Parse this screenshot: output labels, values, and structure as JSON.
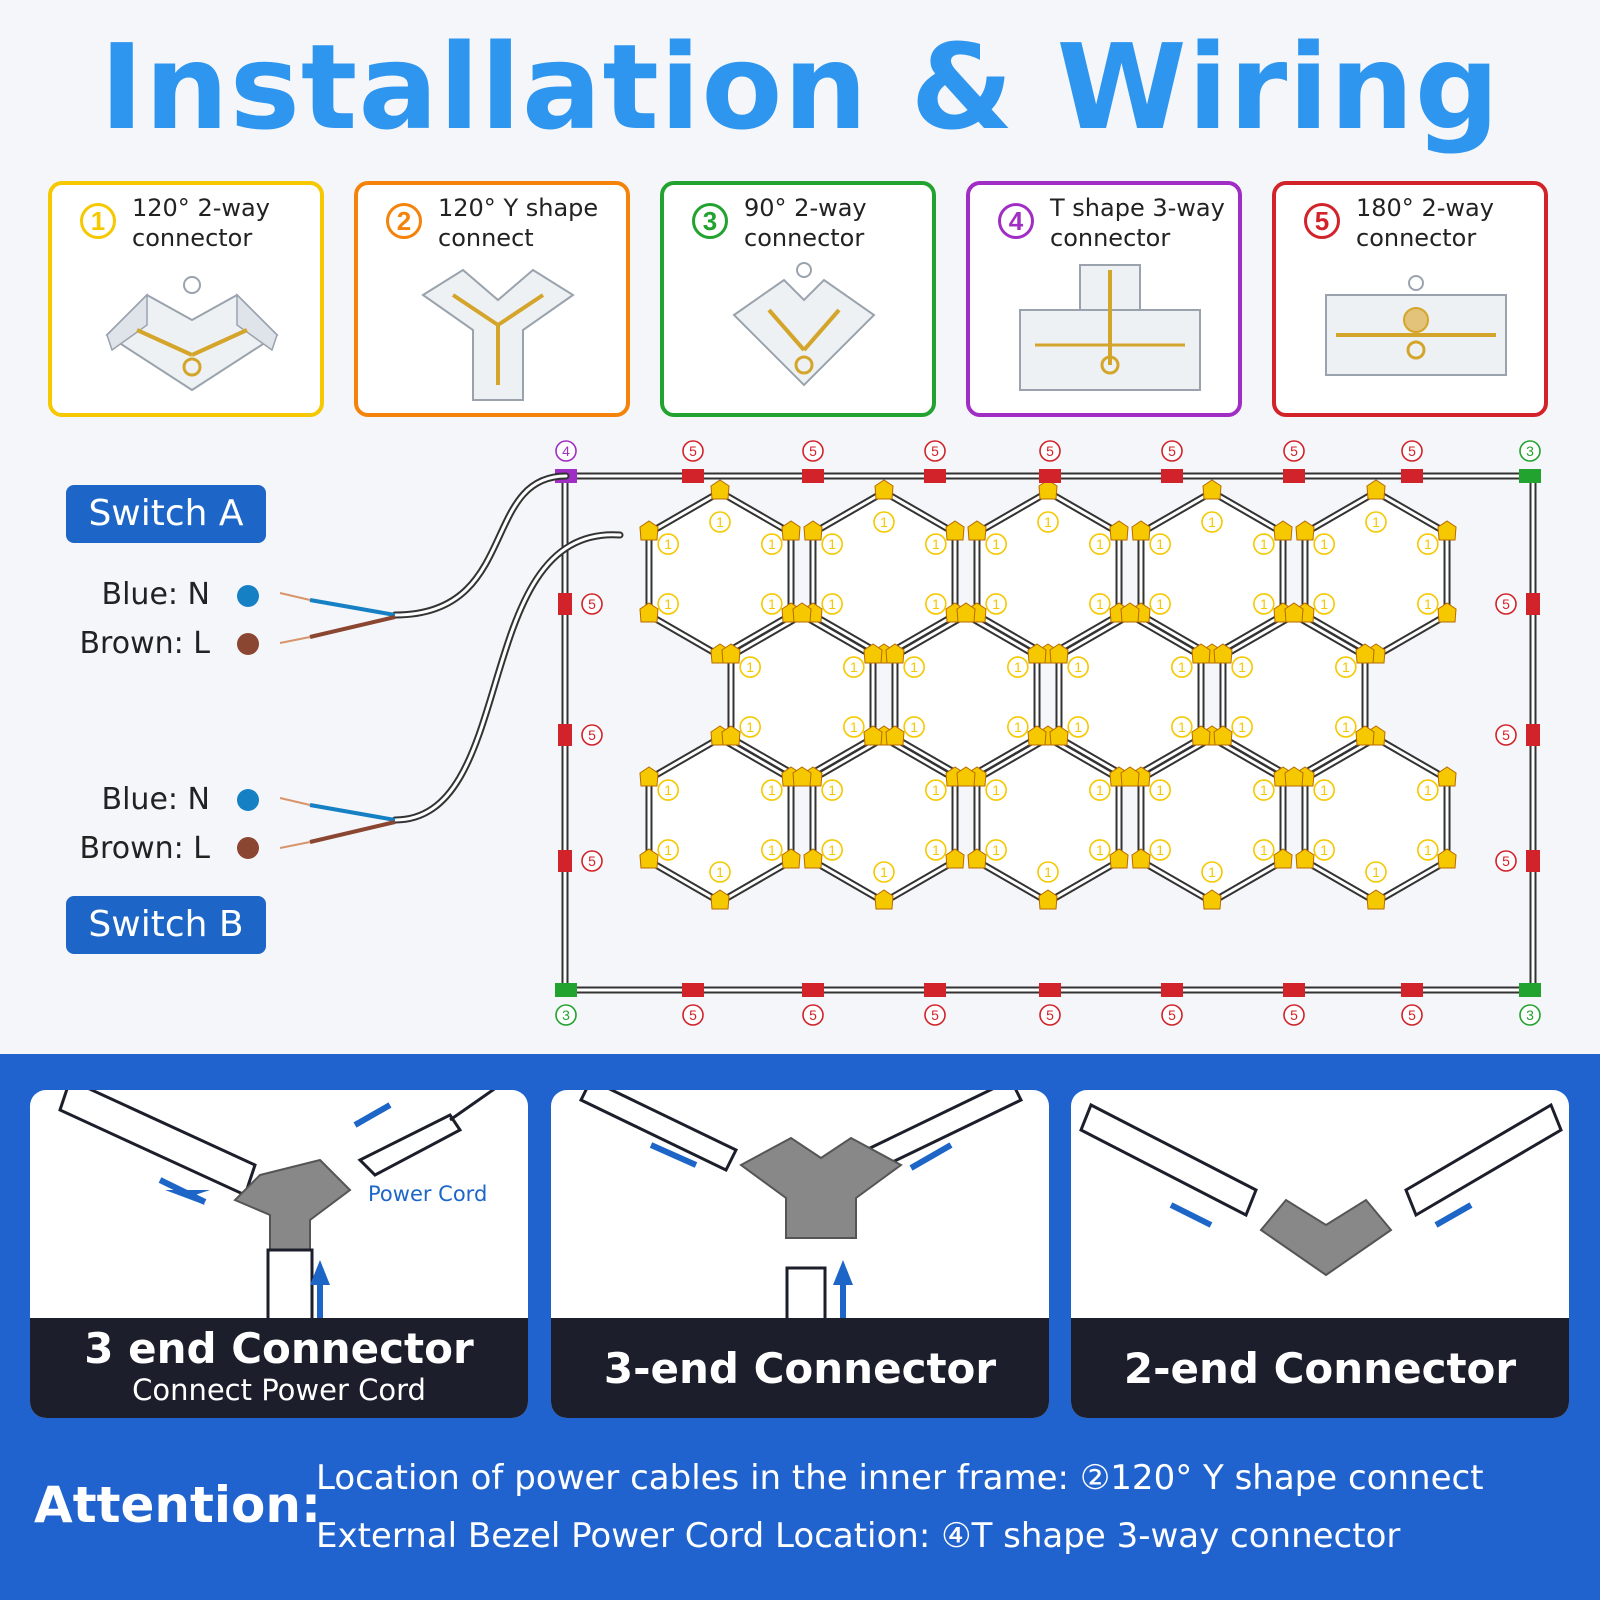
{
  "title": "Installation & Wiring",
  "colors": {
    "yellow": "#f5c800",
    "orange": "#f5820a",
    "green": "#22a32f",
    "purple": "#a02dc4",
    "red": "#d2232a",
    "blue_title": "#2f96f0"
  },
  "connectors": [
    {
      "num": "1",
      "line1": "120° 2-way",
      "line2": "connector",
      "color": "#f5c800",
      "icon": "120-degree-2-way-connector-photo"
    },
    {
      "num": "2",
      "line1": "120° Y shape",
      "line2": "connect",
      "color": "#f5820a",
      "icon": "y-shape-connector-photo"
    },
    {
      "num": "3",
      "line1": "90° 2-way",
      "line2": "connector",
      "color": "#22a32f",
      "icon": "90-degree-2-way-connector-photo"
    },
    {
      "num": "4",
      "line1": "T shape 3-way",
      "line2": "connector",
      "color": "#a02dc4",
      "icon": "t-shape-3-way-connector-photo"
    },
    {
      "num": "5",
      "line1": "180° 2-way",
      "line2": "connector",
      "color": "#d2232a",
      "icon": "180-degree-2-way-connector-photo"
    }
  ],
  "switches": {
    "a": {
      "label": "Switch A",
      "blue": "Blue: N",
      "brown": "Brown: L"
    },
    "b": {
      "label": "Switch B",
      "blue": "Blue: N",
      "brown": "Brown: L"
    }
  },
  "wire_colors": {
    "blue": "#1580c4",
    "brown": "#8a4630"
  },
  "diagram_markers": {
    "top_row": [
      "4",
      "5",
      "5",
      "5",
      "5",
      "5",
      "5",
      "5",
      "3"
    ],
    "bottom_row": [
      "3",
      "5",
      "5",
      "5",
      "5",
      "5",
      "5",
      "5",
      "3"
    ],
    "left_side": [
      "5",
      "5",
      "5"
    ],
    "right_side": [
      "5",
      "5",
      "5"
    ],
    "hex_corner_label_y": "1",
    "hex_junction_label_y": "2"
  },
  "panels": [
    {
      "title": "3 end Connector",
      "subtitle": "Connect Power Cord",
      "extra_label": "Power Cord"
    },
    {
      "title": "3-end Connector",
      "subtitle": ""
    },
    {
      "title": "2-end Connector",
      "subtitle": ""
    }
  ],
  "attention": {
    "title": "Attention:",
    "line1": "Location of power cables in the inner frame:  ②120° Y shape connect",
    "line2": "External Bezel Power Cord Location:  ④T shape 3-way connector"
  }
}
